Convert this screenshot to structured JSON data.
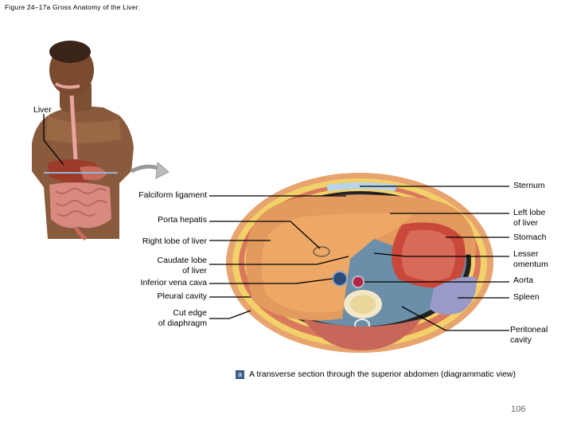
{
  "figure_title": "Figure 24–17a Gross Anatomy of the Liver.",
  "figure_labels": {
    "liver": "Liver",
    "falciform_ligament": "Falciform ligament",
    "porta_hepatis": "Porta hepatis",
    "right_lobe": "Right lobe of liver",
    "caudate_lobe_1": "Caudate lobe",
    "caudate_lobe_2": "of liver",
    "inferior_vena_cava": "Inferior vena cava",
    "pleural_cavity": "Pleural cavity",
    "cut_edge_1": "Cut edge",
    "cut_edge_2": "of diaphragm",
    "sternum": "Sternum",
    "left_lobe_1": "Left lobe",
    "left_lobe_2": "of liver",
    "stomach": "Stomach",
    "lesser_omentum_1": "Lesser",
    "lesser_omentum_2": "omentum",
    "aorta": "Aorta",
    "spleen": "Spleen",
    "peritoneal_cavity_1": "Peritoneal",
    "peritoneal_cavity_2": "cavity"
  },
  "caption": {
    "badge": "a",
    "text": "A transverse section through the superior abdomen (diagrammatic view)"
  },
  "page_number": "106"
}
